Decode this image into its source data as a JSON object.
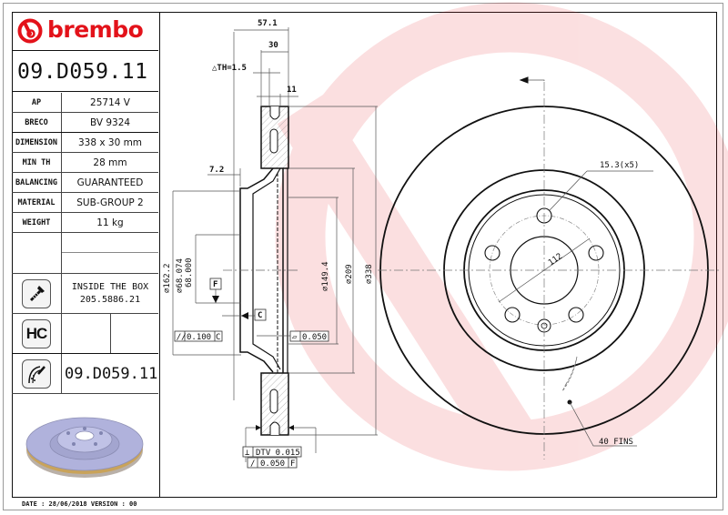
{
  "brand": {
    "name": "brembo",
    "logo_icon": "brembo-logo-icon",
    "accent_color": "#e3121a"
  },
  "part_number": "09.D059.11",
  "specs": [
    {
      "label": "AP",
      "value": "25714 V"
    },
    {
      "label": "BRECO",
      "value": "BV 9324"
    },
    {
      "label": "DIMENSION",
      "value": "338 x 30 mm"
    },
    {
      "label": "MIN TH",
      "value": "28 mm"
    },
    {
      "label": "BALANCING",
      "value": "GUARANTEED"
    },
    {
      "label": "MATERIAL",
      "value": "SUB-GROUP 2"
    },
    {
      "label": "WEIGHT",
      "value": "11 kg"
    }
  ],
  "inside_box": {
    "icon": "screw-icon",
    "line1": "INSIDE THE BOX",
    "line2": "205.5886.21"
  },
  "hc": {
    "icon": "hc-icon",
    "label": "HC"
  },
  "reference": {
    "icon": "disc-pad-icon",
    "value": "09.D059.11"
  },
  "footer": {
    "text": "DATE : 28/06/2018 VERSION : 00"
  },
  "drawing": {
    "section_dims": {
      "overall_width": "57.1",
      "thickness": "30",
      "delta_th": "△TH=1.5",
      "fin_width": "11",
      "hat_offset": "7.2",
      "hat_diameter": "⌀162.2",
      "bore_max": "⌀68.074",
      "bore_min": "68.000",
      "inner_diameter": "⌀149.4",
      "friction_inner": "⌀209",
      "outer_diameter": "⌀338",
      "datum_f": "F",
      "datum_c": "C",
      "parallelism": {
        "symbol": "//",
        "value": "0.100",
        "datum": "C"
      },
      "flatness": {
        "symbol": "▱",
        "value": "0.050"
      },
      "dtv": {
        "symbol": "⟂",
        "value": "DTV 0.015"
      },
      "runout": {
        "symbol": "/",
        "value": "0.050",
        "datum": "F"
      }
    },
    "face_dims": {
      "bolt_holes": "15.3(x5)",
      "pcd": "112",
      "fins": "40 FINS"
    }
  }
}
